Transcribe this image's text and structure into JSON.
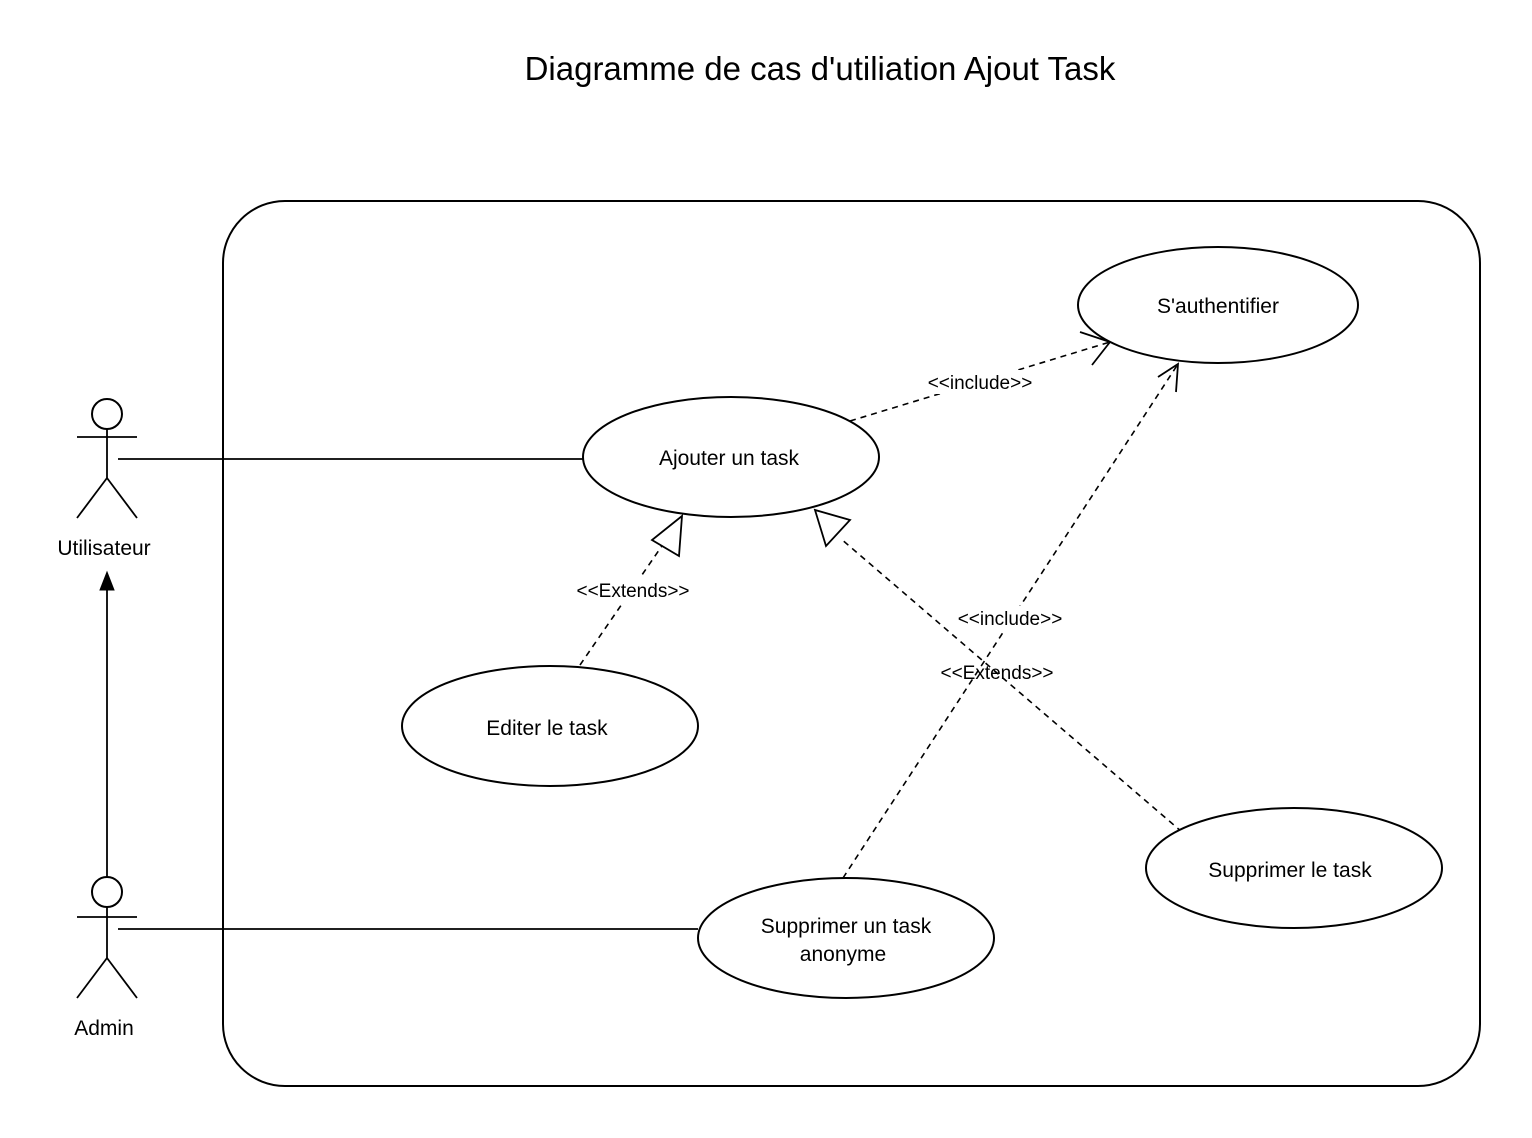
{
  "title": "Diagramme de cas d'utiliation Ajout Task",
  "actors": {
    "utilisateur": "Utilisateur",
    "admin": "Admin"
  },
  "use_cases": {
    "authentifier": "S'authentifier",
    "ajouter": "Ajouter un task",
    "editer": "Editer le task",
    "supprimer_le": "Supprimer le task",
    "supprimer_anonyme_line1": "Supprimer un task",
    "supprimer_anonyme_line2": "anonyme"
  },
  "relations": {
    "include_ajouter": "<<include>>",
    "extends_editer": "<<Extends>>",
    "include_supprimer_anonyme": "<<include>>",
    "extends_supprimer_le": "<<Extends>>"
  }
}
